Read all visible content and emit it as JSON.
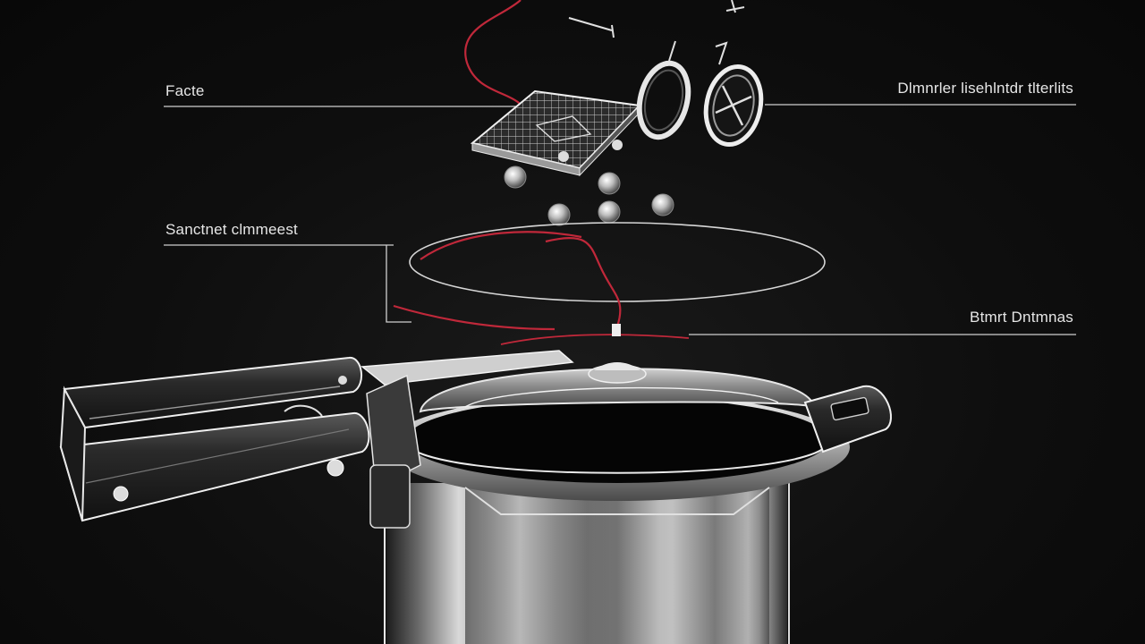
{
  "labels": {
    "top_left": "Facte",
    "top_right": "Dlmnrler lisehlntdr tlterlits",
    "middle_left": "Sanctnet clmmeest",
    "bottom_right": "Btmrt Dntmnas"
  },
  "colors": {
    "background": "#0c0c0c",
    "line": "#d9d9d9",
    "accent_red": "#c0283a",
    "steel_light": "#e8e8e8",
    "steel_mid": "#8a8a8a",
    "steel_dark": "#2a2a2a"
  }
}
